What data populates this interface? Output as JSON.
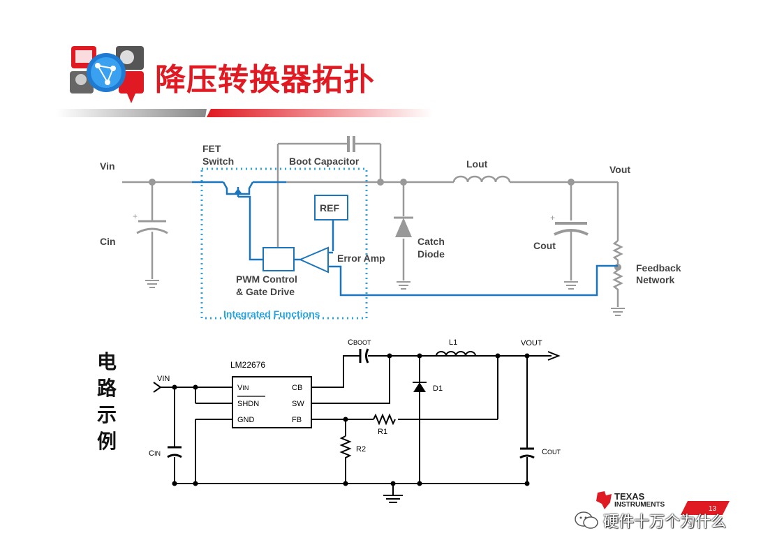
{
  "title": "降压转换器拓扑",
  "side_label": [
    "电",
    "路",
    "示",
    "例"
  ],
  "upper_diagram": {
    "vin": "Vin",
    "fet_switch": [
      "FET",
      "Switch"
    ],
    "boot_capacitor": "Boot Capacitor",
    "lout": "Lout",
    "vout": "Vout",
    "cin": "Cin",
    "ref": "REF",
    "catch_diode": [
      "Catch",
      "Diode"
    ],
    "cout": "Cout",
    "error_amp": "Error Amp",
    "feedback_network": [
      "Feedback",
      "Network"
    ],
    "pwm_control": [
      "PWM Control",
      "& Gate Drive"
    ],
    "integrated_functions": "Integrated Functions"
  },
  "lower_diagram": {
    "ic_name": "LM22676",
    "vin": "VIN",
    "cboot": {
      "main": "C",
      "sub": "BOOT"
    },
    "l1": "L1",
    "vout": "VOUT",
    "pin_vin": {
      "main": "V",
      "sub": "IN"
    },
    "pin_cb": "CB",
    "pin_shdn": "SHDN",
    "pin_sw": "SW",
    "pin_gnd": "GND",
    "pin_fb": "FB",
    "d1": "D1",
    "r1": "R1",
    "r2": "R2",
    "cin": {
      "main": "C",
      "sub": "IN"
    },
    "cout": {
      "main": "C",
      "sub": "OUT"
    }
  },
  "footer": {
    "ti_line1": "TEXAS",
    "ti_line2": "INSTRUMENTS",
    "page_number": "13",
    "watermark": "硬件十万个为什么"
  },
  "colors": {
    "title_red": "#e01a22",
    "wire_blue": "#1b75bc",
    "dotted_blue": "#29a3dd",
    "gray_wire": "#999999"
  }
}
